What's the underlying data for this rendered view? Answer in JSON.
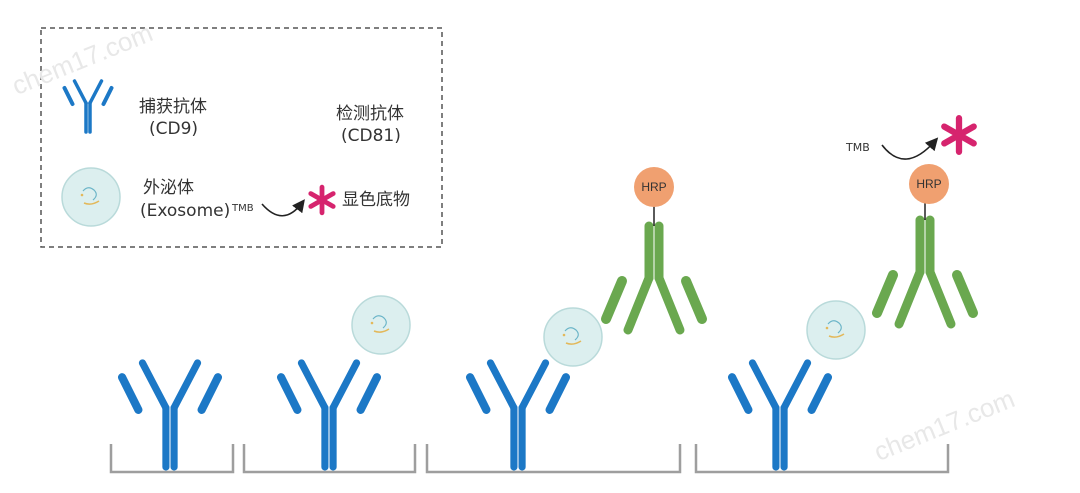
{
  "legend": {
    "capture_antibody": {
      "label": "捕获抗体",
      "sub": "(CD9)",
      "color": "#1c78c6"
    },
    "detection_antibody": {
      "label": "检测抗体",
      "sub": "(CD81)",
      "color": "#6aa84f"
    },
    "exosome": {
      "label": "外泌体",
      "sub": "(Exosome)"
    },
    "substrate": {
      "tmb": "TMB",
      "label": "显色底物",
      "color": "#d6246e"
    }
  },
  "enzyme": {
    "label": "HRP",
    "color": "#f0a070"
  },
  "top_tmb": "TMB",
  "watermark": "chem17.com"
}
